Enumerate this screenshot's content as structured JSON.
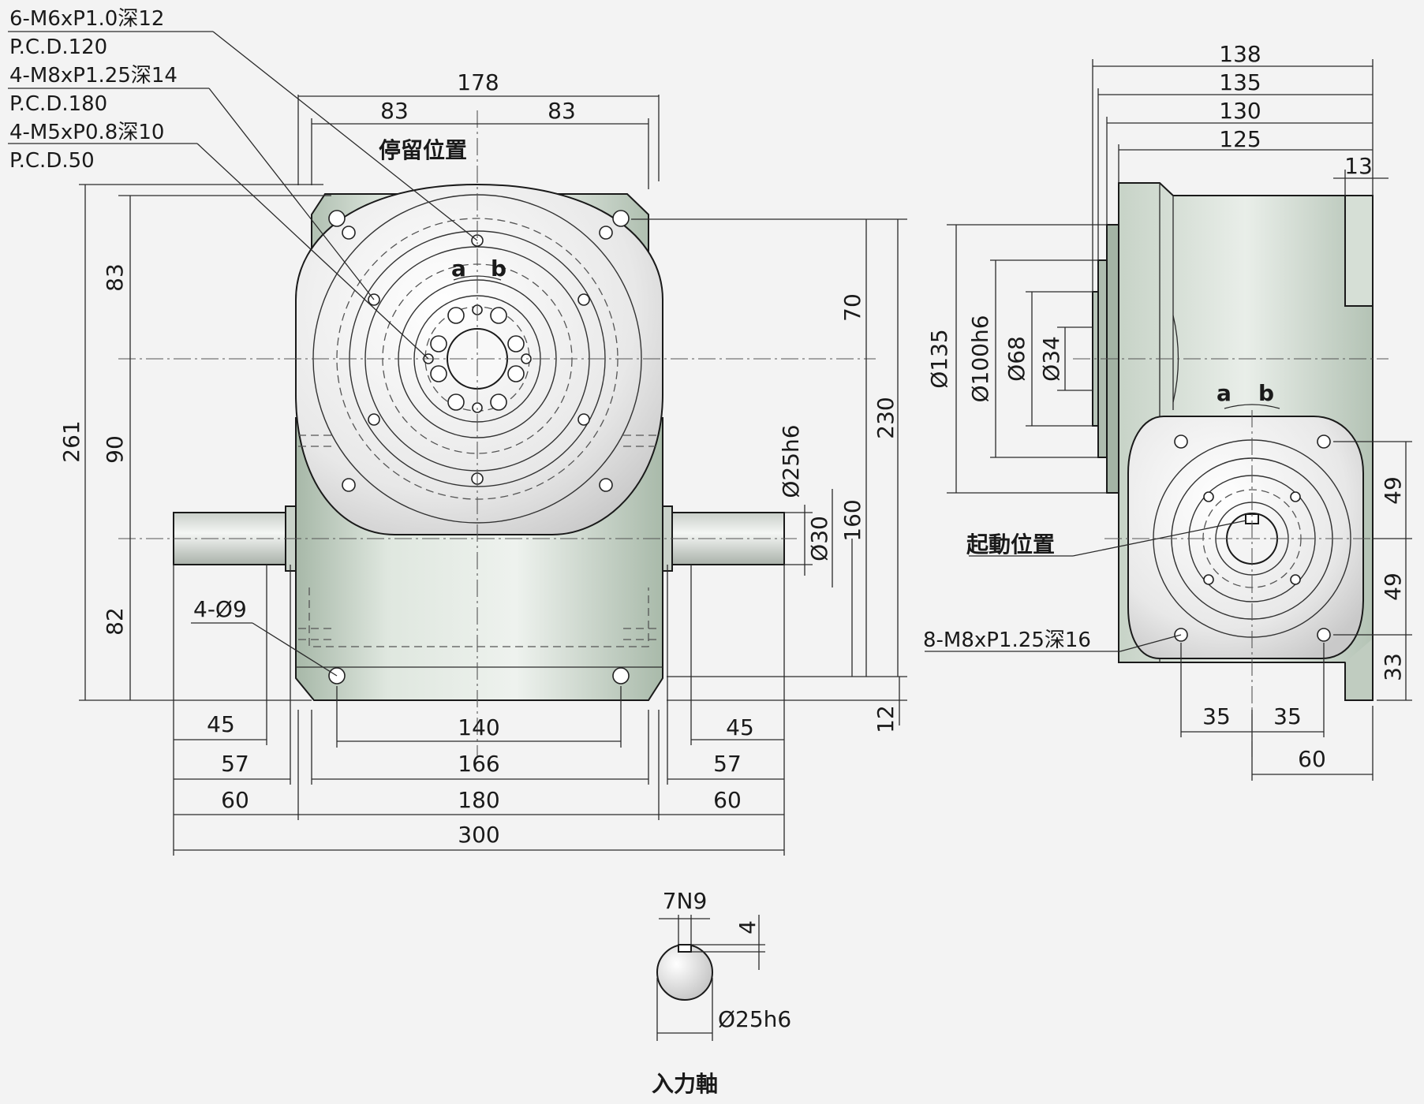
{
  "callouts": {
    "m6": "6-M6xP1.0深12",
    "pcd120": "P.C.D.120",
    "m8": "4-M8xP1.25深14",
    "pcd180": "P.C.D.180",
    "m5": "4-M5xP0.8深10",
    "pcd50": "P.C.D.50",
    "stop_position": "停留位置",
    "start_position": "起動位置",
    "holes": "4-Ø9",
    "m8_side": "8-M8xP1.25深16",
    "input_shaft": "入力軸"
  },
  "rotation_labels": {
    "a": "a",
    "b": "b"
  },
  "front_view": {
    "top": [
      "178",
      "83",
      "83"
    ],
    "left": [
      "261",
      "83",
      "90",
      "82"
    ],
    "right": [
      "70",
      "230",
      "160",
      "12"
    ],
    "shaft": [
      "Ø25h6",
      "Ø30"
    ],
    "bottom_left": [
      "45",
      "57",
      "60"
    ],
    "bottom_center": [
      "140",
      "166",
      "180",
      "300"
    ],
    "bottom_right": [
      "45",
      "57",
      "60"
    ]
  },
  "side_view": {
    "top": [
      "138",
      "135",
      "130",
      "125",
      "13"
    ],
    "diameters": [
      "Ø135",
      "Ø100h6",
      "Ø68",
      "Ø34"
    ],
    "right": [
      "49",
      "49",
      "33"
    ],
    "bottom": [
      "35",
      "35",
      "60"
    ]
  },
  "shaft_detail": {
    "key_width": "7N9",
    "key_depth": "4",
    "diameter": "Ø25h6"
  },
  "colors": {
    "housing": "#dfe6de",
    "housing_dark": "#9fb0a0",
    "table": "#e6e6e6",
    "line": "#1a1a1a",
    "background": "#f3f3f3"
  }
}
